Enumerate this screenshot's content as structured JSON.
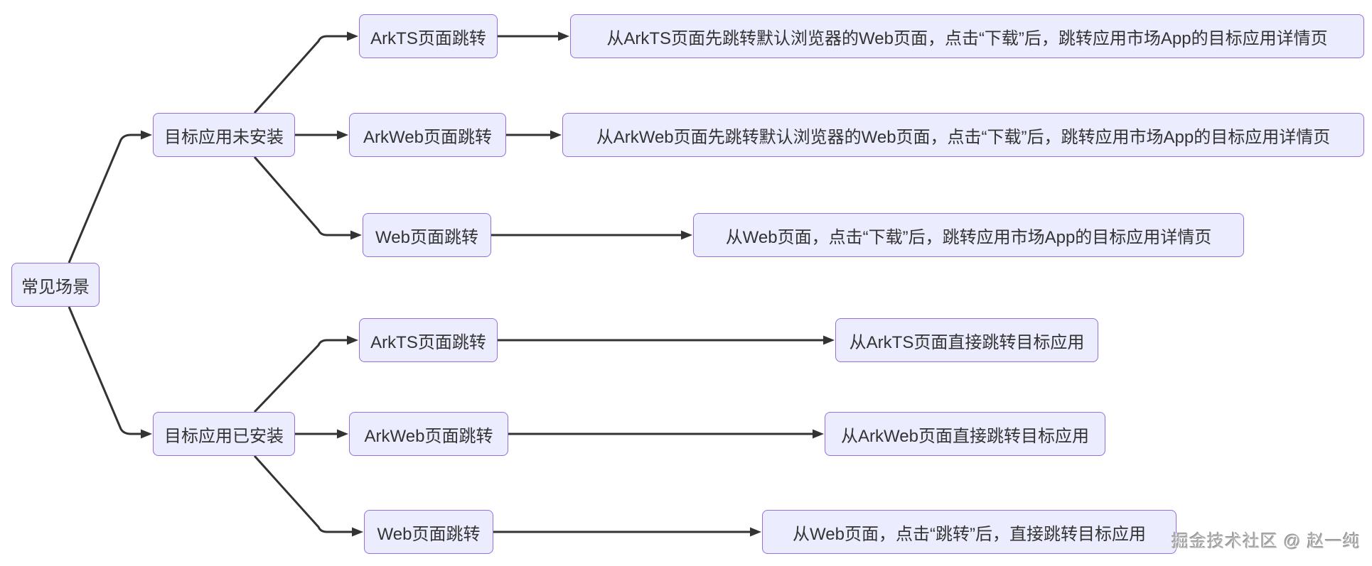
{
  "watermark": "掘金技术社区 @ 赵一纯",
  "colors": {
    "node_fill": "#ececff",
    "node_border": "#9370db",
    "node_text": "#333333",
    "edge": "#333333",
    "watermark_text": "#b3b3b3",
    "background": "#ffffff"
  },
  "nodes": {
    "root": {
      "label": "常见场景"
    },
    "not_installed": {
      "label": "目标应用未安装"
    },
    "installed": {
      "label": "目标应用已安装"
    },
    "ni_arkts": {
      "label": "ArkTS页面跳转"
    },
    "ni_arkweb": {
      "label": "ArkWeb页面跳转"
    },
    "ni_web": {
      "label": "Web页面跳转"
    },
    "ni_arkts_result": {
      "label": "从ArkTS页面先跳转默认浏览器的Web页面，点击“下载”后，跳转应用市场App的目标应用详情页"
    },
    "ni_arkweb_result": {
      "label": "从ArkWeb页面先跳转默认浏览器的Web页面，点击“下载”后，跳转应用市场App的目标应用详情页"
    },
    "ni_web_result": {
      "label": "从Web页面，点击“下载”后，跳转应用市场App的目标应用详情页"
    },
    "i_arkts": {
      "label": "ArkTS页面跳转"
    },
    "i_arkweb": {
      "label": "ArkWeb页面跳转"
    },
    "i_web": {
      "label": "Web页面跳转"
    },
    "i_arkts_result": {
      "label": "从ArkTS页面直接跳转目标应用"
    },
    "i_arkweb_result": {
      "label": "从ArkWeb页面直接跳转目标应用"
    },
    "i_web_result": {
      "label": "从Web页面，点击“跳转”后，直接跳转目标应用"
    }
  },
  "edges": [
    {
      "from": "root",
      "to": "not_installed"
    },
    {
      "from": "root",
      "to": "installed"
    },
    {
      "from": "not_installed",
      "to": "ni_arkts"
    },
    {
      "from": "not_installed",
      "to": "ni_arkweb"
    },
    {
      "from": "not_installed",
      "to": "ni_web"
    },
    {
      "from": "installed",
      "to": "i_arkts"
    },
    {
      "from": "installed",
      "to": "i_arkweb"
    },
    {
      "from": "installed",
      "to": "i_web"
    },
    {
      "from": "ni_arkts",
      "to": "ni_arkts_result"
    },
    {
      "from": "ni_arkweb",
      "to": "ni_arkweb_result"
    },
    {
      "from": "ni_web",
      "to": "ni_web_result"
    },
    {
      "from": "i_arkts",
      "to": "i_arkts_result"
    },
    {
      "from": "i_arkweb",
      "to": "i_arkweb_result"
    },
    {
      "from": "i_web",
      "to": "i_web_result"
    }
  ]
}
